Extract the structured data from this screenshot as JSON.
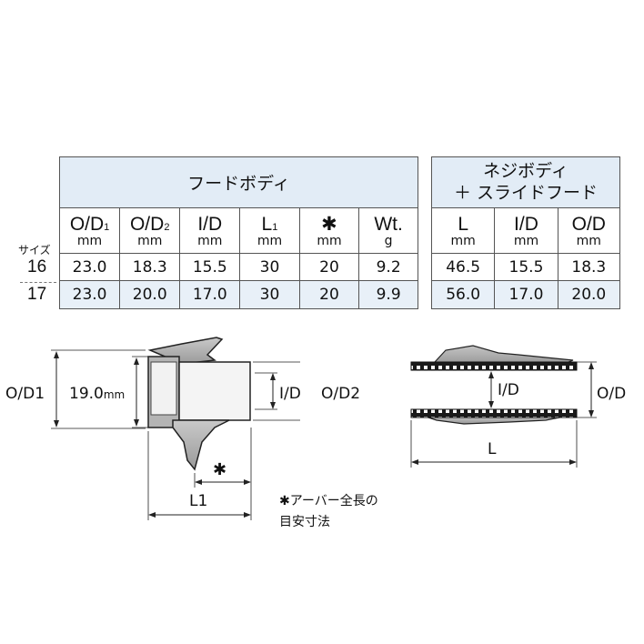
{
  "size_label": "サイズ",
  "size_values": [
    "16",
    "17"
  ],
  "hood_body": {
    "title": "フードボディ",
    "columns": [
      {
        "main": "O/D",
        "sub": "1",
        "unit": "mm"
      },
      {
        "main": "O/D",
        "sub": "2",
        "unit": "mm"
      },
      {
        "main": "I/D",
        "sub": "",
        "unit": "mm"
      },
      {
        "main": "L",
        "sub": "1",
        "unit": "mm"
      },
      {
        "main": "✱",
        "sub": "",
        "unit": "mm"
      },
      {
        "main": "Wt.",
        "sub": "",
        "unit": "g"
      }
    ],
    "rows": [
      [
        "23.0",
        "18.3",
        "15.5",
        "30",
        "20",
        "9.2"
      ],
      [
        "23.0",
        "20.0",
        "17.0",
        "30",
        "20",
        "9.9"
      ]
    ]
  },
  "screw_body": {
    "title_line1": "ネジボディ",
    "title_line2": "＋ スライドフード",
    "columns": [
      {
        "main": "L",
        "unit": "mm"
      },
      {
        "main": "I/D",
        "unit": "mm"
      },
      {
        "main": "O/D",
        "unit": "mm"
      }
    ],
    "rows": [
      [
        "46.5",
        "15.5",
        "18.3"
      ],
      [
        "56.0",
        "17.0",
        "20.0"
      ]
    ]
  },
  "left_diagram": {
    "od1": "O/D1",
    "inner_dim": "19.0",
    "inner_unit": "mm",
    "id": "I/D",
    "od2": "O/D2",
    "star": "✱",
    "l1": "L1"
  },
  "note_line1": "✱アーバー全長の",
  "note_line2": "目安寸法",
  "right_diagram": {
    "id": "I/D",
    "od": "O/D",
    "l": "L"
  }
}
